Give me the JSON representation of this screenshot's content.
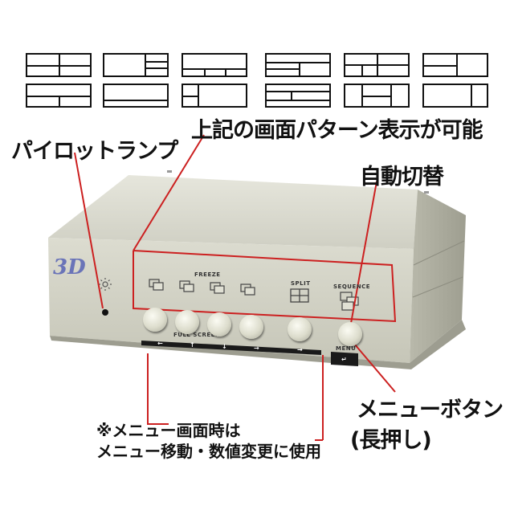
{
  "labels": {
    "pattern_caption": "上記の画面パターン表示が可能",
    "pilot_lamp": "パイロットランプ",
    "auto_switch": "自動切替",
    "menu_button": "メニューボタン",
    "menu_button_sub": "(長押し)",
    "note_line1": "※メニュー画面時は",
    "note_line2": "メニュー移動・数値変更に使用"
  },
  "device": {
    "logo": "3D",
    "freeze": "FREEZE",
    "split": "SPLIT",
    "sequence": "SEQUENCE",
    "full_screen": "FULL SCREEN",
    "menu": "MENU",
    "arrows": [
      "←",
      "↑",
      "↓",
      "→",
      "→"
    ],
    "menu_arrow": "↵"
  },
  "colors": {
    "highlight": "#cc2020",
    "device_body": "#d8d8cc"
  }
}
